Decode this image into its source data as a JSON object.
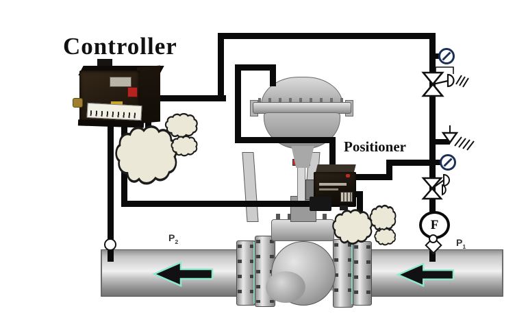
{
  "labels": {
    "controller": "Controller",
    "positioner": "Positioner",
    "flow_element": "F",
    "pressure_upstream": {
      "main": "P",
      "sub": "1"
    },
    "pressure_downstream": {
      "main": "P",
      "sub": "2"
    }
  },
  "colors": {
    "background": "#ffffff",
    "signal_line": "#0a0a0a",
    "gauge_ring": "#1b3057",
    "arrow_fill": "#111111",
    "arrow_outline": "#8fe8d0",
    "flange_gasket": "#8fd8c4",
    "cloud_fill": "#ece8d7",
    "pipe_gray": "#c6c6c6",
    "controller_body": "#241a10",
    "positioner_body": "#1c150e",
    "indicator_red": "#c03028"
  },
  "icons": {
    "pressure_gauge": "circle-with-diagonal-needle",
    "regulator_valve": "bowtie-valve-with-vent-flag",
    "vent_to_atmosphere": "triangle-with-hatching",
    "flow_element": "circle-letter-F",
    "air_puff": "cloud-outline",
    "flow_arrow": "left-black-arrow-teal-outline",
    "tap_fitting": "small-white-circle",
    "union_fitting": "white-diamond-nut"
  }
}
